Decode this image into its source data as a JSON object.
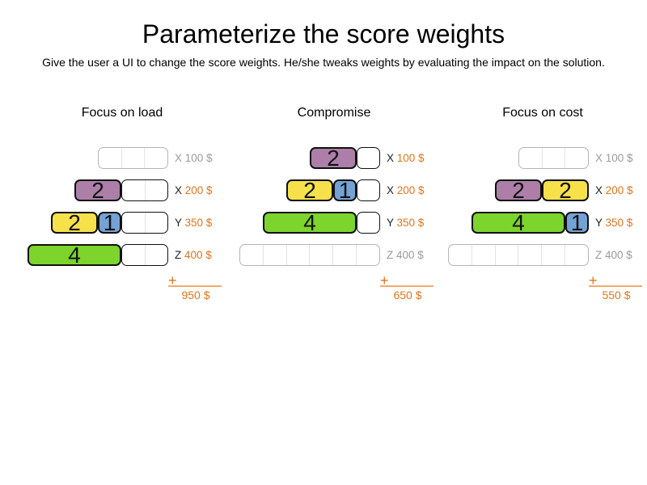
{
  "title": "Parameterize the score weights",
  "subtitle": "Give the user a UI to change the score weights. He/she tweaks weights by evaluating the impact on the solution.",
  "plus_sign": "+",
  "colors": {
    "purple": "#ad7fa8",
    "yellow": "#f6e14b",
    "blue": "#74a2d4",
    "green": "#7cd42c",
    "orange_text": "#e0751c",
    "sum_line": "#f0aa70",
    "inactive_label": "#9b9b9b",
    "empty_box_border": "#b5b5b5",
    "slot_divider": "#e3e3e3"
  },
  "columns": [
    {
      "title": "Focus on load",
      "total": "950 $",
      "rows": [
        {
          "label_letter": "X",
          "label_price": "100 $",
          "active": false,
          "capacity": 3,
          "blocks": []
        },
        {
          "label_letter": "X",
          "label_price": "200 $",
          "active": true,
          "capacity": 4,
          "blocks": [
            {
              "value": "2",
              "color": "purple",
              "units": 2
            }
          ]
        },
        {
          "label_letter": "Y",
          "label_price": "350 $",
          "active": true,
          "capacity": 5,
          "blocks": [
            {
              "value": "2",
              "color": "yellow",
              "units": 2
            },
            {
              "value": "1",
              "color": "blue",
              "units": 1
            }
          ]
        },
        {
          "label_letter": "Z",
          "label_price": "400 $",
          "active": true,
          "capacity": 6,
          "blocks": [
            {
              "value": "4",
              "color": "green",
              "units": 4
            }
          ]
        }
      ]
    },
    {
      "title": "Compromise",
      "total": "650 $",
      "rows": [
        {
          "label_letter": "X",
          "label_price": "100 $",
          "active": true,
          "capacity": 3,
          "blocks": [
            {
              "value": "2",
              "color": "purple",
              "units": 2
            }
          ]
        },
        {
          "label_letter": "X",
          "label_price": "200 $",
          "active": true,
          "capacity": 4,
          "blocks": [
            {
              "value": "2",
              "color": "yellow",
              "units": 2
            },
            {
              "value": "1",
              "color": "blue",
              "units": 1
            }
          ]
        },
        {
          "label_letter": "Y",
          "label_price": "350 $",
          "active": true,
          "capacity": 5,
          "blocks": [
            {
              "value": "4",
              "color": "green",
              "units": 4
            }
          ]
        },
        {
          "label_letter": "Z",
          "label_price": "400 $",
          "active": false,
          "capacity": 6,
          "blocks": []
        }
      ]
    },
    {
      "title": "Focus on cost",
      "total": "550 $",
      "rows": [
        {
          "label_letter": "X",
          "label_price": "100 $",
          "active": false,
          "capacity": 3,
          "blocks": []
        },
        {
          "label_letter": "X",
          "label_price": "200 $",
          "active": true,
          "capacity": 4,
          "blocks": [
            {
              "value": "2",
              "color": "purple",
              "units": 2
            },
            {
              "value": "2",
              "color": "yellow",
              "units": 2
            }
          ]
        },
        {
          "label_letter": "Y",
          "label_price": "350 $",
          "active": true,
          "capacity": 5,
          "blocks": [
            {
              "value": "4",
              "color": "green",
              "units": 4
            },
            {
              "value": "1",
              "color": "blue",
              "units": 1
            }
          ]
        },
        {
          "label_letter": "Z",
          "label_price": "400 $",
          "active": false,
          "capacity": 6,
          "blocks": []
        }
      ]
    }
  ]
}
